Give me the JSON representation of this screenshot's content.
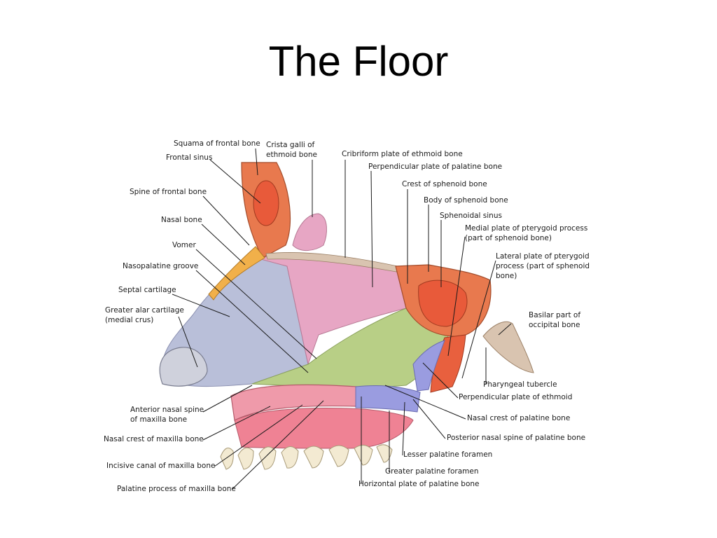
{
  "title": "The Floor",
  "colors": {
    "bone_orange": "#e8794e",
    "bone_inner": "#e85a3a",
    "mucosa_pink": "#e7a6c4",
    "septal_gray": "#b9bfd9",
    "vomer_green": "#b8cf86",
    "palate_pink": "#ef9aaa",
    "palatine_blue": "#9a9ce0",
    "cancellous": "#d9c4b0",
    "line": "#1a1a1a"
  },
  "labels": {
    "squama_frontal": "Squama of frontal bone",
    "frontal_sinus": "Frontal sinus",
    "crista_galli_1": "Crista galli of",
    "crista_galli_2": "ethmoid bone",
    "cribriform": "Cribriform plate of ethmoid bone",
    "perp_palatine": "Perpendicular plate of palatine bone",
    "crest_sphenoid": "Crest of sphenoid bone",
    "body_sphenoid": "Body of sphenoid bone",
    "sphenoidal_sinus": "Sphenoidal sinus",
    "medial_pterygoid_1": "Medial plate of pterygoid process",
    "medial_pterygoid_2": "(part of sphenoid bone)",
    "lateral_pterygoid_1": "Lateral plate of pterygoid",
    "lateral_pterygoid_2": "process (part of sphenoid",
    "lateral_pterygoid_3": "bone)",
    "spine_frontal": "Spine of frontal bone",
    "nasal_bone": "Nasal bone",
    "vomer": "Vomer",
    "nasopalatine": "Nasopalatine groove",
    "septal_cartilage": "Septal cartilage",
    "greater_alar_1": "Greater alar cartilage",
    "greater_alar_2": "(medial crus)",
    "basilar_1": "Basilar part of",
    "basilar_2": "occipital bone",
    "pharyngeal": "Pharyngeal tubercle",
    "perp_ethmoid": "Perpendicular plate of ethmoid",
    "nasal_crest_palatine": "Nasal crest of palatine bone",
    "posterior_spine": "Posterior nasal spine of palatine bone",
    "lesser_foramen": "Lesser palatine foramen",
    "greater_foramen": "Greater palatine foramen",
    "horizontal_plate": "Horizontal plate of palatine bone",
    "anterior_spine_1": "Anterior nasal spine",
    "anterior_spine_2": "of maxilla bone",
    "nasal_crest_maxilla": "Nasal crest of maxilla bone",
    "incisive_canal": "Incisive canal of maxilla bone",
    "palatine_process": "Palatine process of maxilla bone"
  }
}
